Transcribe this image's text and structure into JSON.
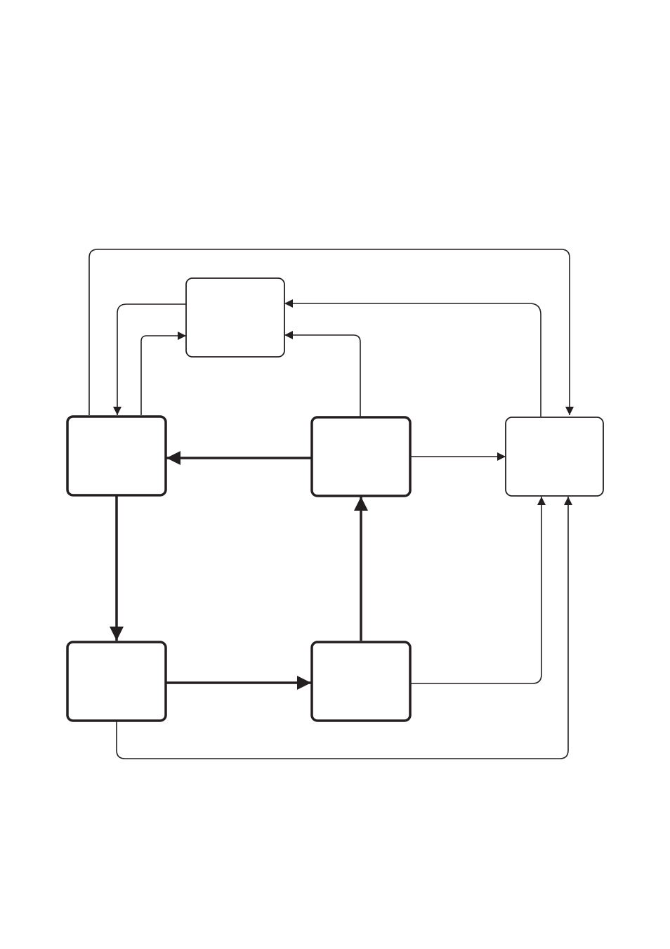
{
  "diagram": {
    "colors": {
      "background": "#ffffff",
      "stroke": "#231f20",
      "fill": "#ffffff"
    },
    "nodes": [
      {
        "id": "top-box",
        "label": "",
        "emphasis": "normal"
      },
      {
        "id": "left-box",
        "label": "",
        "emphasis": "bold"
      },
      {
        "id": "center-box",
        "label": "",
        "emphasis": "bold"
      },
      {
        "id": "right-box",
        "label": "",
        "emphasis": "normal"
      },
      {
        "id": "bottom-left-box",
        "label": "",
        "emphasis": "bold"
      },
      {
        "id": "bottom-center-box",
        "label": "",
        "emphasis": "bold"
      }
    ],
    "edges": [
      {
        "id": "left-to-bottom-left",
        "from": "left-box",
        "to": "bottom-left-box",
        "emphasis": "bold"
      },
      {
        "id": "bottom-left-to-bottom-center",
        "from": "bottom-left-box",
        "to": "bottom-center-box",
        "emphasis": "bold"
      },
      {
        "id": "bottom-center-to-center",
        "from": "bottom-center-box",
        "to": "center-box",
        "emphasis": "bold"
      },
      {
        "id": "center-to-left",
        "from": "center-box",
        "to": "left-box",
        "emphasis": "bold"
      },
      {
        "id": "center-to-right",
        "from": "center-box",
        "to": "right-box",
        "emphasis": "normal"
      },
      {
        "id": "center-to-top",
        "from": "center-box",
        "to": "top-box",
        "emphasis": "normal"
      },
      {
        "id": "right-to-top",
        "from": "right-box",
        "to": "top-box",
        "emphasis": "normal"
      },
      {
        "id": "top-to-left",
        "from": "top-box",
        "to": "left-box",
        "emphasis": "normal"
      },
      {
        "id": "left-to-top",
        "from": "left-box",
        "to": "top-box",
        "emphasis": "normal"
      },
      {
        "id": "left-to-right-outer",
        "from": "left-box",
        "to": "right-box",
        "emphasis": "normal"
      },
      {
        "id": "bottom-center-to-right",
        "from": "bottom-center-box",
        "to": "right-box",
        "emphasis": "normal"
      },
      {
        "id": "bottom-left-to-right-outer",
        "from": "bottom-left-box",
        "to": "right-box",
        "emphasis": "normal"
      }
    ]
  }
}
